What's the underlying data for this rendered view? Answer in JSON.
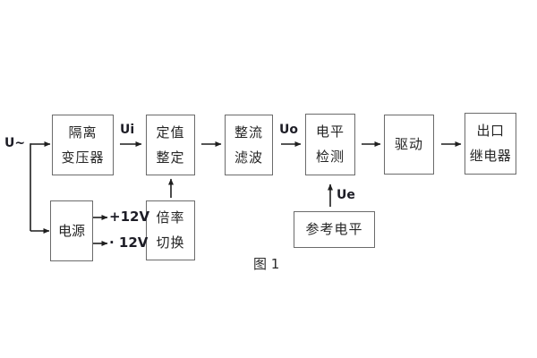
{
  "figure": {
    "caption": "图 1"
  },
  "labels": {
    "input_signal": "U~",
    "ui": "Ui",
    "uo": "Uo",
    "ue": "Ue",
    "plus_12v": "+12V",
    "minus_12v": "· 12V"
  },
  "blocks": {
    "isolation_transformer": {
      "line1": "隔离",
      "line2": "变压器"
    },
    "setting_adjust": {
      "line1": "定值",
      "line2": "整定"
    },
    "rectifier_filter": {
      "line1": "整流",
      "line2": "滤波"
    },
    "level_detection": {
      "line1": "电平",
      "line2": "检测"
    },
    "drive": {
      "label": "驱动"
    },
    "output_relay": {
      "line1": "出口",
      "line2": "继电器"
    },
    "power_supply": {
      "label": "电源"
    },
    "ratio_switch": {
      "line1": "倍率",
      "line2": "切换"
    },
    "reference_level": {
      "label": "参考电平"
    }
  },
  "colors": {
    "background": "#ffffff",
    "box_border": "#6b6b6b",
    "wire": "#1f1f1f",
    "text": "#252525"
  }
}
